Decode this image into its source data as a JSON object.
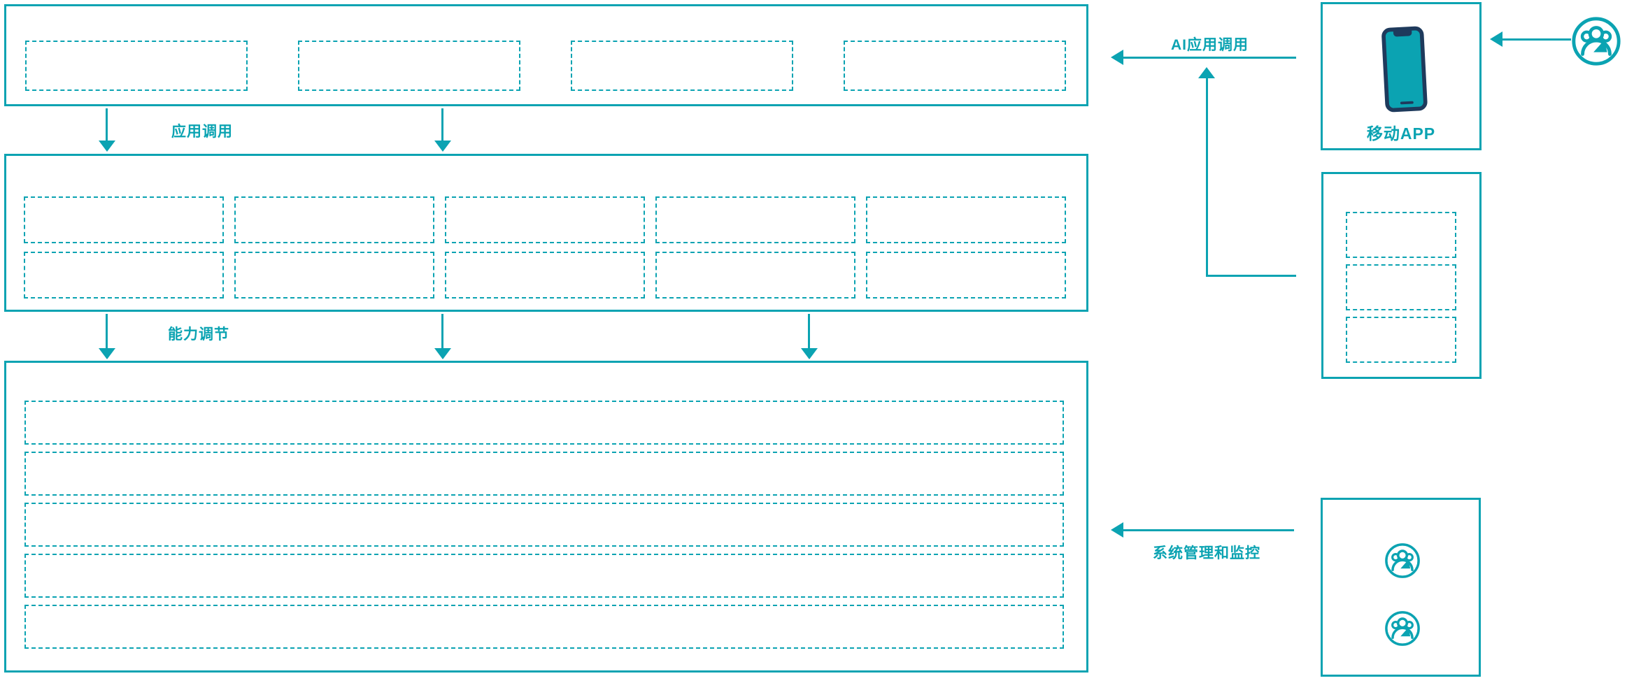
{
  "meta": {
    "accent_color": "#0ba3b2",
    "navy_color": "#1e3a5c",
    "background_color": "#ffffff"
  },
  "flow_labels": {
    "app_invoke": "应用调用",
    "capability_tune": "能力调节",
    "ai_app_invoke": "AI应用调用",
    "system_admin_monitor": "系统管理和监控"
  },
  "layers": {
    "top_app_layer": {
      "placeholder_count": 4
    },
    "middle_capability_layer": {
      "row_count": 2,
      "placeholders_per_row": 5
    },
    "bottom_platform_layer": {
      "strip_count": 5
    }
  },
  "right_column": {
    "mobile_app_box": {
      "label": "移动APP",
      "icon": "smartphone-icon"
    },
    "gateway_box": {
      "placeholder_count": 3
    },
    "admin_box": {
      "user_icon_count": 2,
      "icon": "users-icon"
    },
    "external_user": {
      "icon": "users-icon"
    }
  }
}
